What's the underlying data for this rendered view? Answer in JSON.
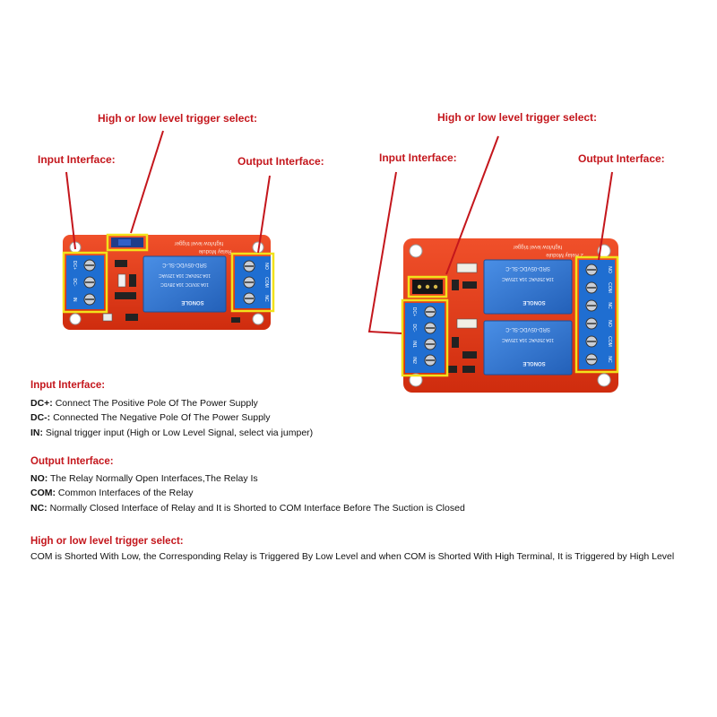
{
  "callouts": {
    "left_trigger": "High or low level trigger select:",
    "left_input": "Input Interface:",
    "left_output": "Output Interface:",
    "right_trigger": "High or low level trigger select:",
    "right_input": "Input Interface:",
    "right_output": "Output Interface:"
  },
  "board_markings": {
    "relay_model": "SRD-05VDC-SL-C",
    "relay_brand": "SONGLE",
    "relay_rating_1": "10A 250VAC  10A 125VAC",
    "relay_rating_2": "10A 30VDC  10A 28VDC",
    "left_board_text": "high/low level trigger",
    "left_board_sub": "Relay Module",
    "right_board_text": "high/low level trigger",
    "right_board_sub": "2 Relay Module",
    "pin_dc_plus": "DC+",
    "pin_dc_minus": "DC-",
    "pin_in": "IN",
    "pin_in1": "IN1",
    "pin_in2": "IN2",
    "pin_no": "NO",
    "pin_com": "COM",
    "pin_nc": "NC"
  },
  "colors": {
    "accent_red": "#c4161c",
    "highlight_yellow": "#f2e21b",
    "pcb_red": "#e23a12",
    "relay_blue": "#2d74cf",
    "terminal_blue": "#1f6ed1"
  },
  "input_section": {
    "title": "Input Interface:",
    "items": [
      {
        "term": "DC+:",
        "text": " Connect The Positive Pole Of The Power Supply"
      },
      {
        "term": "DC-:",
        "text": "  Connected The Negative Pole Of The Power Supply"
      },
      {
        "term": "IN:",
        "text": " Signal trigger input (High or Low Level Signal, select via jumper)"
      }
    ]
  },
  "output_section": {
    "title": "Output Interface:",
    "items": [
      {
        "term": "NO:",
        "text": " The Relay Normally Open Interfaces,The Relay Is"
      },
      {
        "term": "COM:",
        "text": " Common Interfaces of the Relay"
      },
      {
        "term": "NC:",
        "text": " Normally Closed Interface of Relay and It is Shorted to COM Interface Before The Suction is Closed"
      }
    ]
  },
  "trigger_section": {
    "title": "High or low level trigger select:",
    "text": "COM is Shorted With Low, the Corresponding Relay is Triggered By Low Level and when COM is Shorted With High Terminal, It is Triggered by High Level"
  }
}
